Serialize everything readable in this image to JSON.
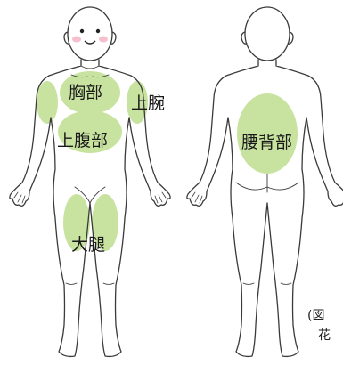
{
  "figure": {
    "front_labels": {
      "chest": "胸部",
      "upper_arm": "上腕",
      "upper_abdomen": "上腹部",
      "thigh": "大腿"
    },
    "back_labels": {
      "lower_back": "腰背部"
    },
    "caption_lines": [
      "(図",
      "花"
    ]
  },
  "colors": {
    "highlight": "#c8e3a0",
    "outline": "#3a3a3a",
    "cheek": "#f4b4c4"
  }
}
